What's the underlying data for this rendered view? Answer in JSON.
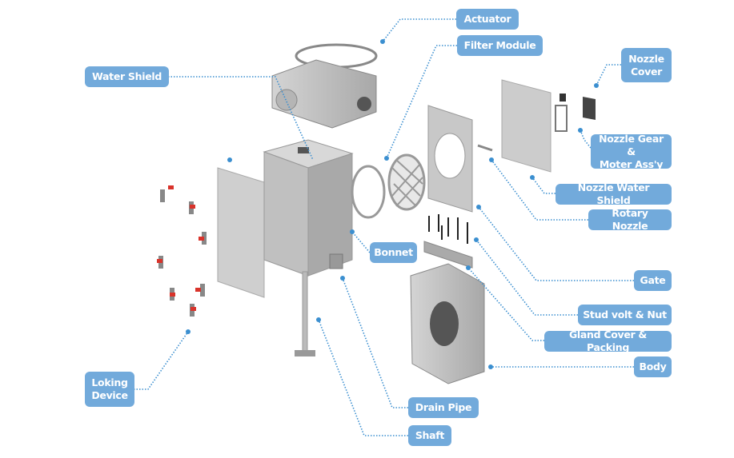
{
  "colors": {
    "label_bg": "#72aadb",
    "label_text": "#ffffff",
    "leader": "#3b8fd0",
    "part": "#b9b9b9",
    "lock_accent": "#d9332b"
  },
  "labels": {
    "actuator": "Actuator",
    "filter_module": "Filter Module",
    "nozzle_cover_1": "Nozzle",
    "nozzle_cover_2": "Cover",
    "nozzle_gear_1": "Nozzle Gear &",
    "nozzle_gear_2": "Moter Ass'y",
    "nozzle_water_shield": "Nozzle Water Shield",
    "rotary_nozzle": "Rotary Nozzle",
    "gate": "Gate",
    "stud_volt": "Stud volt & Nut",
    "gland_cover": "Gland Cover & Packing",
    "body": "Body",
    "water_shield": "Water Shield",
    "bonnet": "Bonnet",
    "loking_1": "Loking",
    "loking_2": "Device",
    "drain_pipe": "Drain Pipe",
    "shaft": "Shaft"
  }
}
